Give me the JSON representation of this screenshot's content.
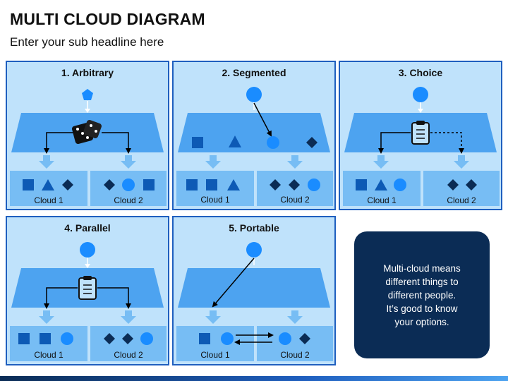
{
  "title": "MULTI CLOUD DIAGRAM",
  "subtitle": "Enter your sub headline here",
  "panels": [
    {
      "title": "1. Arbitrary",
      "clouds": [
        "Cloud 1",
        "Cloud 2"
      ]
    },
    {
      "title": "2. Segmented",
      "clouds": [
        "Cloud 1",
        "Cloud 2"
      ]
    },
    {
      "title": "3. Choice",
      "clouds": [
        "Cloud 1",
        "Cloud 2"
      ]
    },
    {
      "title": "4. Parallel",
      "clouds": [
        "Cloud 1",
        "Cloud 2"
      ]
    },
    {
      "title": "5. Portable",
      "clouds": [
        "Cloud 1",
        "Cloud 2"
      ]
    }
  ],
  "info": "Multi-cloud means\ndifferent things to\ndifferent people.\nIt’s good to know\nyour options.",
  "colors": {
    "panel_bg": "#bfe2fb",
    "panel_border": "#1f5fbf",
    "platform": "#4da3f0",
    "cloud_box": "#77bdf4",
    "shape_dark": "#0d5ab5",
    "shape_navy": "#0b2c55",
    "node": "#1a8cff",
    "info_bg": "#0b2c55"
  }
}
